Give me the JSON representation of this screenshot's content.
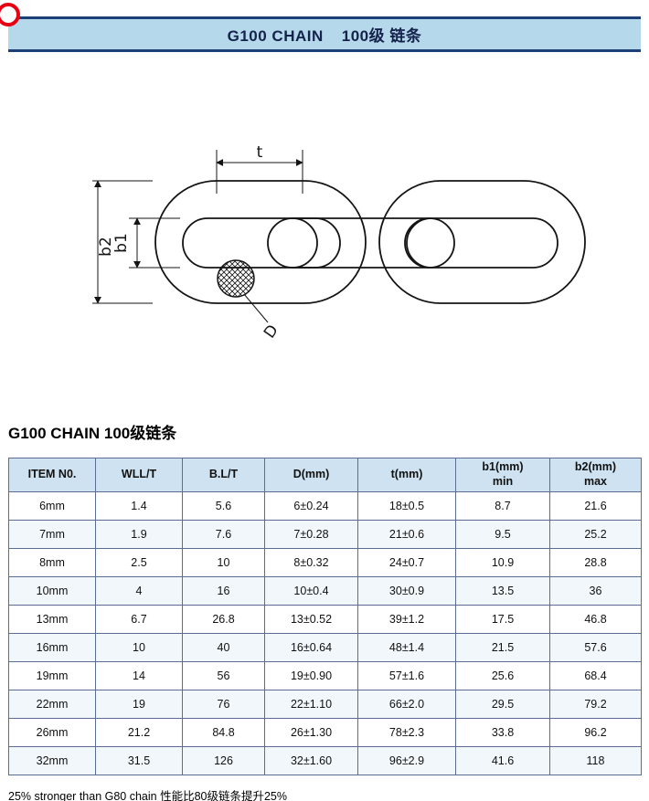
{
  "header": {
    "title_en": "G100 CHAIN",
    "title_cn": "100级 链条"
  },
  "diagram": {
    "labels": {
      "t": "t",
      "b1": "b1",
      "b2": "b2",
      "d": "D"
    }
  },
  "section": {
    "title": "G100 CHAIN 100级链条"
  },
  "table": {
    "columns": [
      {
        "label": "ITEM N0.",
        "sub": ""
      },
      {
        "label": "WLL/T",
        "sub": ""
      },
      {
        "label": "B.L/T",
        "sub": ""
      },
      {
        "label": "D(mm)",
        "sub": ""
      },
      {
        "label": "t(mm)",
        "sub": ""
      },
      {
        "label": "b1(mm)",
        "sub": "min"
      },
      {
        "label": "b2(mm)",
        "sub": "max"
      }
    ],
    "rows": [
      [
        "6mm",
        "1.4",
        "5.6",
        "6±0.24",
        "18±0.5",
        "8.7",
        "21.6"
      ],
      [
        "7mm",
        "1.9",
        "7.6",
        "7±0.28",
        "21±0.6",
        "9.5",
        "25.2"
      ],
      [
        "8mm",
        "2.5",
        "10",
        "8±0.32",
        "24±0.7",
        "10.9",
        "28.8"
      ],
      [
        "10mm",
        "4",
        "16",
        "10±0.4",
        "30±0.9",
        "13.5",
        "36"
      ],
      [
        "13mm",
        "6.7",
        "26.8",
        "13±0.52",
        "39±1.2",
        "17.5",
        "46.8"
      ],
      [
        "16mm",
        "10",
        "40",
        "16±0.64",
        "48±1.4",
        "21.5",
        "57.6"
      ],
      [
        "19mm",
        "14",
        "56",
        "19±0.90",
        "57±1.6",
        "25.6",
        "68.4"
      ],
      [
        "22mm",
        "19",
        "76",
        "22±1.10",
        "66±2.0",
        "29.5",
        "79.2"
      ],
      [
        "26mm",
        "21.2",
        "84.8",
        "26±1.30",
        "78±2.3",
        "33.8",
        "96.2"
      ],
      [
        "32mm",
        "31.5",
        "126",
        "32±1.60",
        "96±2.9",
        "41.6",
        "118"
      ]
    ]
  },
  "footer": {
    "note": "25% stronger than G80 chain 性能比80级链条提升25%"
  },
  "colors": {
    "header_bar_bg": "#b5d8ea",
    "navy_border": "#1c3f77",
    "table_header_bg": "#cfe2f1",
    "grid_line": "#5a6e91",
    "logo_red": "#e60012"
  }
}
